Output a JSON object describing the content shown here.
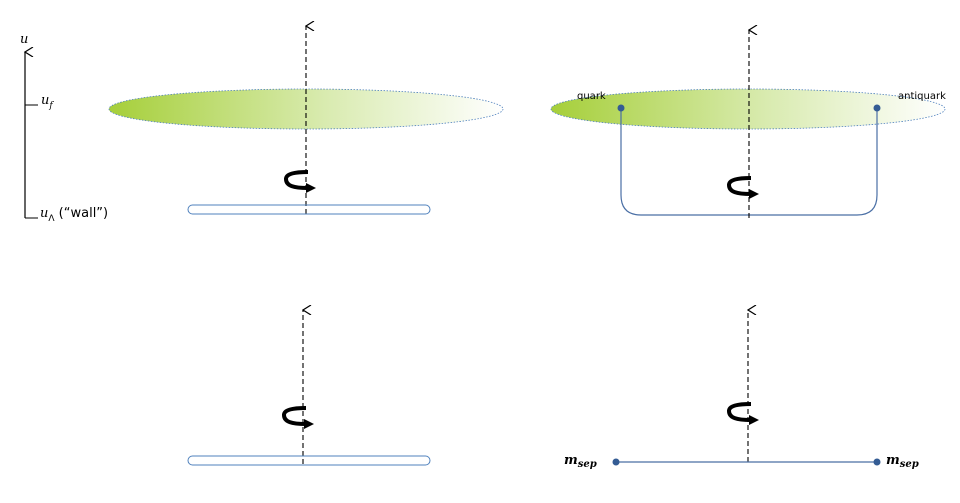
{
  "axis": {
    "label": "u",
    "tick_top": "u",
    "tick_top_sub": "f",
    "tick_bottom": "u",
    "tick_bottom_sub": "Λ",
    "tick_bottom_note": " (“wall”)"
  },
  "panel_b": {
    "left_label": "quark",
    "right_label": "antiquark"
  },
  "panel_d": {
    "left_label": "m",
    "left_sub": "sep",
    "right_label": "m",
    "right_sub": "sep"
  },
  "colors": {
    "disk_fill_start": "#a6cf3a",
    "disk_stroke": "#4f81bd",
    "line": "#4a6fa5",
    "dot": "#345c94"
  },
  "icons": [
    "rotation-arrow-icon"
  ]
}
